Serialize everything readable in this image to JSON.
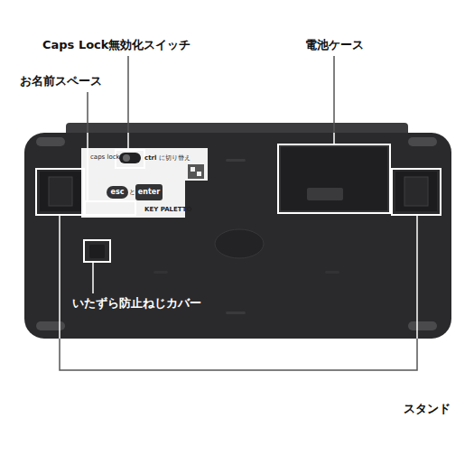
{
  "diagram": {
    "labels": [
      "Caps Lock無効化スイッチ",
      "お名前スペース",
      "電池ケース",
      "いたずら防止ねじカバー",
      "スタンド",
      "caps lock",
      "ctrl",
      "に切り替え",
      "esc",
      "と",
      "enter",
      "KEY PALETTO"
    ]
  }
}
